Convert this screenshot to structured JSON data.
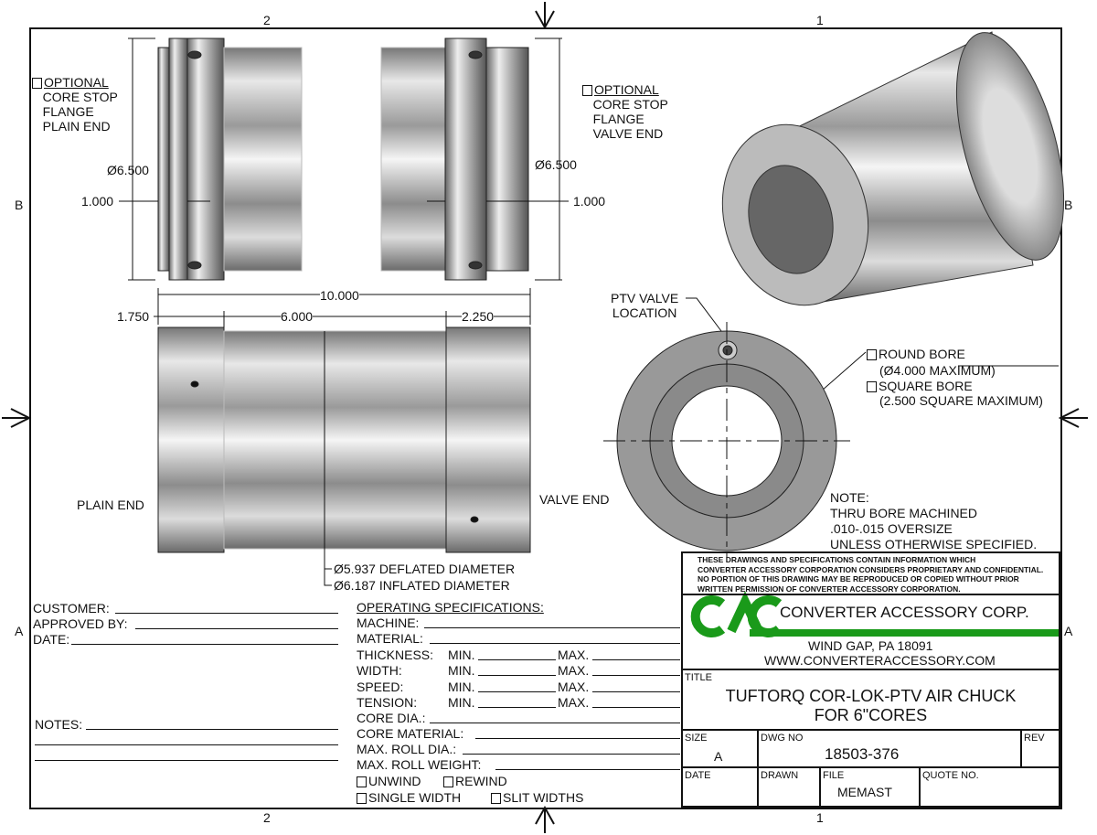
{
  "zones": {
    "top_left": "2",
    "top_right": "1",
    "bottom_left": "2",
    "bottom_right": "1",
    "row_b": "B",
    "row_a": "A"
  },
  "views": {
    "left_optional": {
      "title": "OPTIONAL",
      "lines": [
        "CORE STOP",
        "FLANGE",
        "PLAIN END"
      ]
    },
    "right_optional": {
      "title": "OPTIONAL",
      "lines": [
        "CORE STOP",
        "FLANGE",
        "VALVE END"
      ]
    },
    "dims": {
      "dia_left": "Ø6.500",
      "dia_right": "Ø6.500",
      "flange_left": "1.000",
      "flange_right": "1.000",
      "overall": "10.000",
      "plain_end": "1.750",
      "body": "6.000",
      "valve_end": "2.250"
    },
    "front": {
      "plain_end": "PLAIN END",
      "valve_end": "VALVE END",
      "deflated": "Ø5.937 DEFLATED DIAMETER",
      "inflated": "Ø6.187 INFLATED DIAMETER"
    },
    "end_view": {
      "ptv": [
        "PTV VALVE",
        "LOCATION"
      ],
      "round_bore": "ROUND BORE",
      "round_max": "(Ø4.000 MAXIMUM)",
      "square_bore": "SQUARE BORE",
      "square_max": "(2.500 SQUARE MAXIMUM)"
    },
    "note": [
      "NOTE:",
      "THRU BORE MACHINED",
      ".010-.015 OVERSIZE",
      "UNLESS OTHERWISE SPECIFIED."
    ]
  },
  "form": {
    "customer": "CUSTOMER:",
    "approved": "APPROVED BY:",
    "date": "DATE:",
    "notes": "NOTES:",
    "op_title": "OPERATING SPECIFICATIONS:",
    "machine": "MACHINE:",
    "material": "MATERIAL:",
    "ranges": [
      {
        "label": "THICKNESS:",
        "min": "MIN.",
        "max": "MAX."
      },
      {
        "label": "WIDTH:",
        "min": "MIN.",
        "max": "MAX."
      },
      {
        "label": "SPEED:",
        "min": "MIN.",
        "max": "MAX."
      },
      {
        "label": "TENSION:",
        "min": "MIN.",
        "max": "MAX."
      }
    ],
    "core_dia": "CORE DIA.:",
    "core_material": "CORE MATERIAL:",
    "max_roll_dia": "MAX. ROLL DIA.:",
    "max_roll_weight": "MAX. ROLL WEIGHT:",
    "unwind": "UNWIND",
    "rewind": "REWIND",
    "single": "SINGLE WIDTH",
    "slit": "SLIT WIDTHS"
  },
  "title_block": {
    "notice": [
      "THESE DRAWINGS AND SPECIFICATIONS CONTAIN INFORMATION WHICH",
      "CONVERTER ACCESSORY CORPORATION CONSIDERS PROPRIETARY AND CONFIDENTIAL.",
      "NO PORTION OF THIS DRAWING MAY BE REPRODUCED OR COPIED WITHOUT PRIOR",
      "WRITTEN PERMISSION OF CONVERTER ACCESSORY CORPORATION."
    ],
    "logo": "CAC",
    "company": "CONVERTER ACCESSORY CORP.",
    "address": "WIND GAP, PA 18091",
    "website": "WWW.CONVERTERACCESSORY.COM",
    "title_label": "TITLE",
    "title": "TUFTORQ COR-LOK-PTV AIR CHUCK",
    "title2": "FOR 6\"CORES",
    "size_label": "SIZE",
    "size": "A",
    "dwg_label": "DWG NO",
    "dwg": "18503-376",
    "rev_label": "REV",
    "date_label": "DATE",
    "drawn_label": "DRAWN",
    "file_label": "FILE",
    "file": "MEMAST",
    "quote_label": "QUOTE NO.",
    "brand_color": "#1a9a1a"
  }
}
